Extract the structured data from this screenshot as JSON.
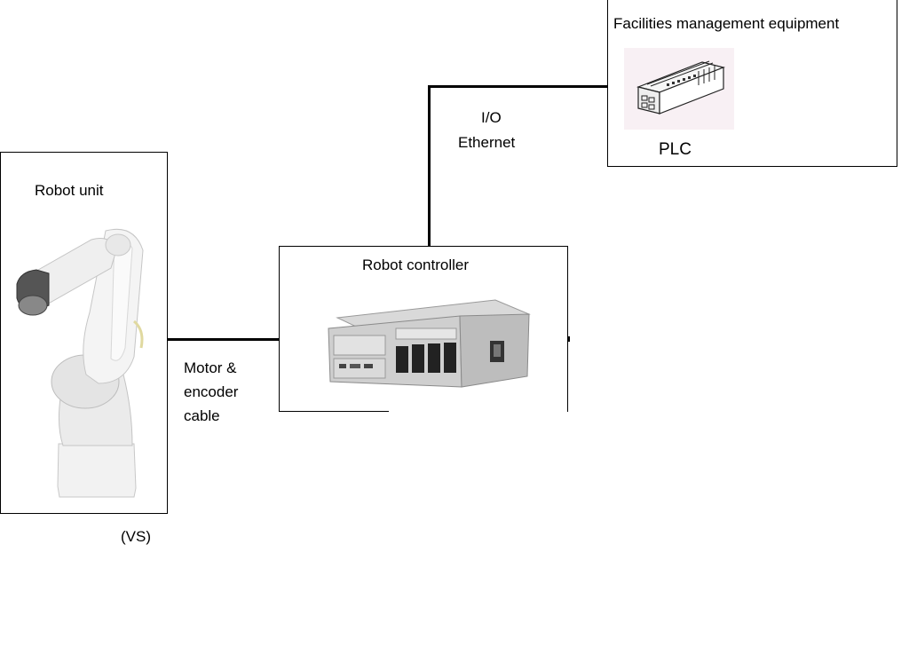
{
  "robot_unit": {
    "title": "Robot unit",
    "model": "(VS)"
  },
  "controller": {
    "title": "Robot controller"
  },
  "facilities": {
    "title": "Facilities management equipment",
    "device": "PLC"
  },
  "connections": {
    "io_label_line1": "I/O",
    "io_label_line2": "Ethernet",
    "motor_label_line1": "Motor &",
    "motor_label_line2": "encoder",
    "motor_label_line3": "cable"
  },
  "icons": [
    "robot-arm-icon",
    "controller-unit-icon",
    "plc-icon"
  ]
}
